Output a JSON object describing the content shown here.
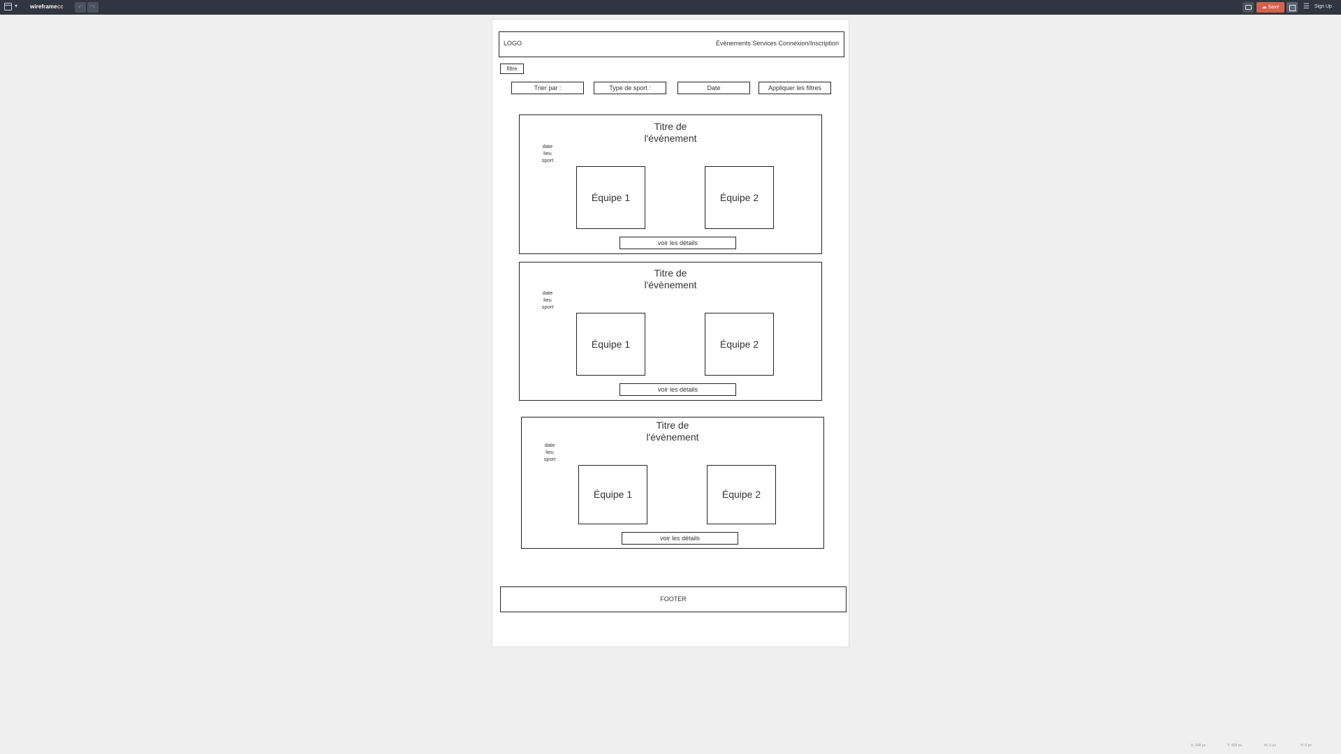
{
  "toolbar": {
    "brand": "wireframe",
    "brand_suffix": "cc",
    "save_label": "Save",
    "signup_label": "Sign Up"
  },
  "page": {
    "logo": "LOGO",
    "nav": "Évènements Services Connexion/Inscription",
    "filter_label": "filtre",
    "filters": [
      "Trier par :",
      "Type de sport :",
      "Date",
      "Appliquer les filtres"
    ],
    "cards": [
      {
        "title": "Titre de l'évènement",
        "title_line1": "Titre de",
        "title_line2": "l'évènement",
        "meta": [
          "date",
          "lieu",
          "sport"
        ],
        "team1": "Équipe 1",
        "team2": "Équipe 2",
        "details": "voir les détails"
      },
      {
        "title_line1": "Titre de",
        "title_line2": "l'évènement",
        "meta": [
          "date",
          "lieu",
          "sport"
        ],
        "team1": "Équipe 1",
        "team2": "Équipe 2",
        "details": "voir les détails"
      },
      {
        "title_line1": "Titre de",
        "title_line2": "l'évènement",
        "meta": [
          "date",
          "lieu",
          "sport"
        ],
        "team1": "Équipe 1",
        "team2": "Équipe 2",
        "details": "voir les détails"
      }
    ],
    "footer": "FOOTER"
  },
  "status": {
    "x": "X: 648 px",
    "y": "Y: 408 px",
    "w": "W: 0 px",
    "h": "H: 0 px"
  }
}
